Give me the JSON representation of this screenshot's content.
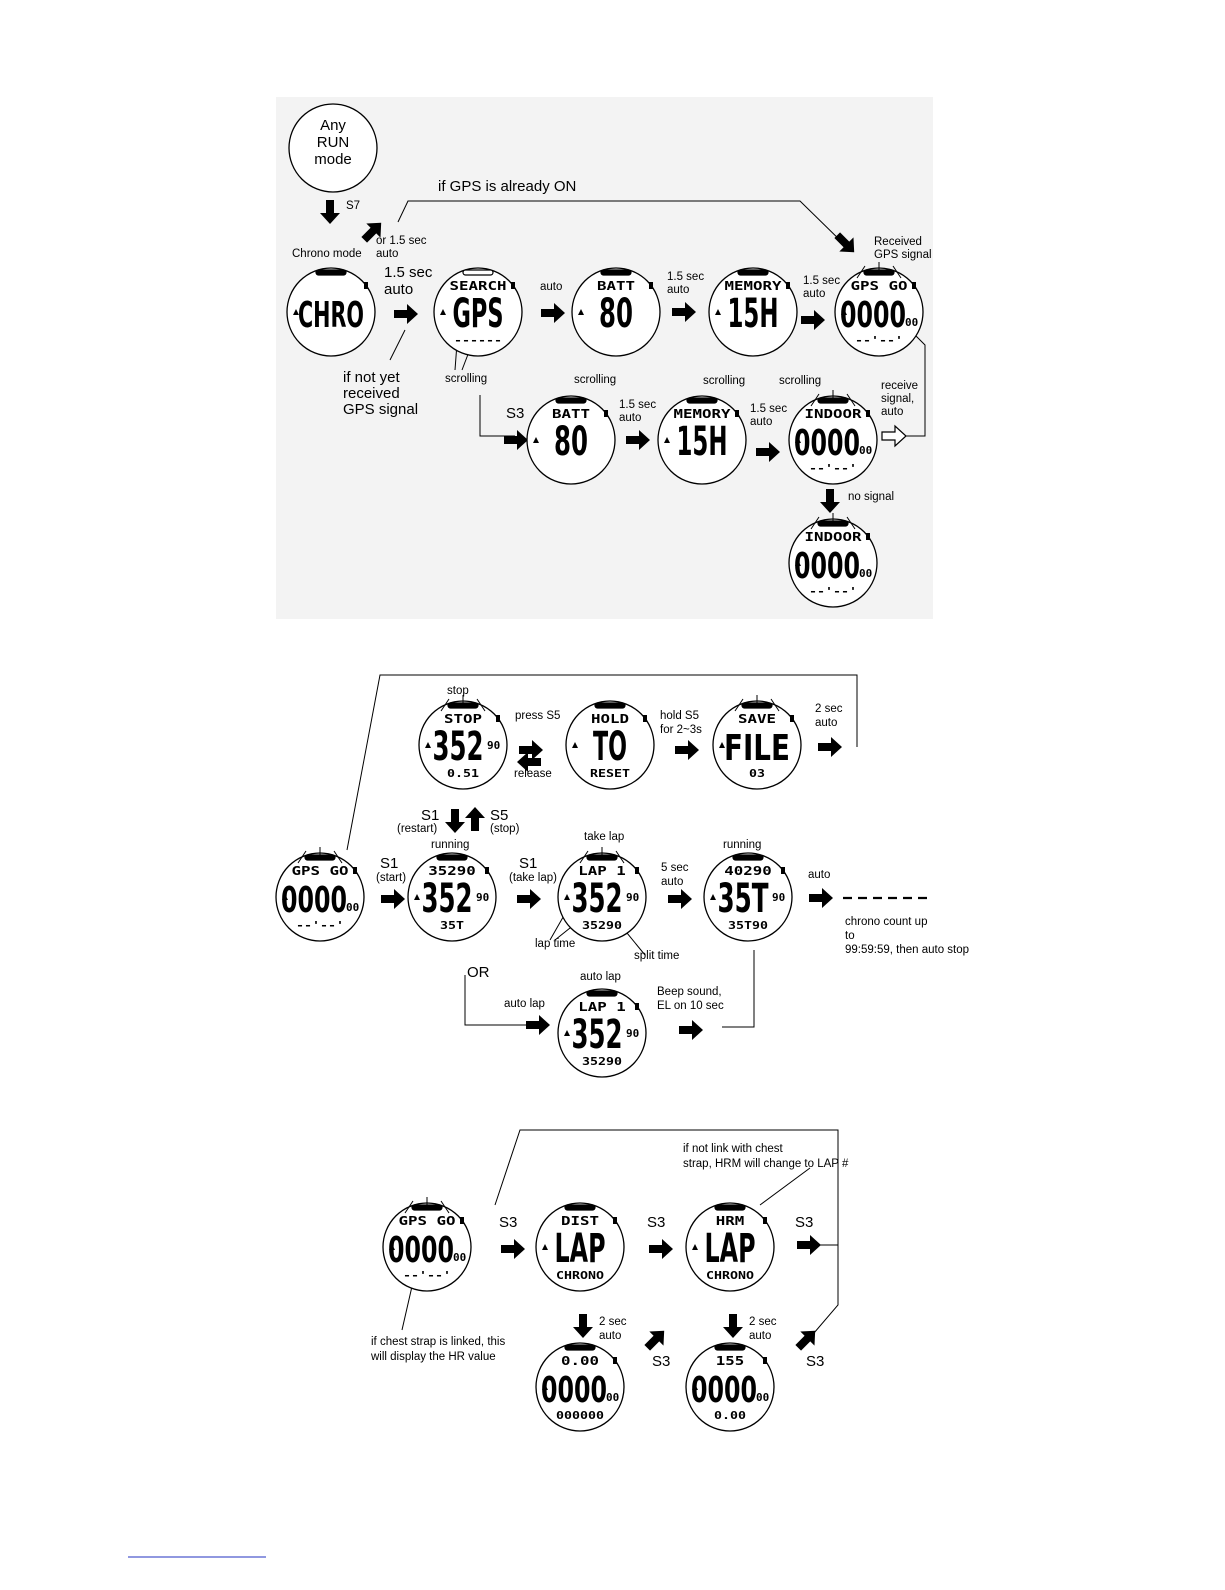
{
  "diagram": {
    "start": "Any RUN mode",
    "labels": {
      "s7": "S7",
      "or15": "or 1.5 sec auto",
      "gps_on": "if GPS is already ON",
      "chrono_mode": "Chrono mode",
      "sec15_big": "1.5 sec auto",
      "auto": "auto",
      "sec15": "1.5 sec auto",
      "received_gps": "Received GPS signal",
      "not_received": "if not yet received GPS signal",
      "scrolling": "scrolling",
      "s3": "S3",
      "receive_signal": "receive signal, auto",
      "no_signal": "no signal",
      "stop": "stop",
      "press_s5": "press S5",
      "release": "release",
      "hold_s5": "hold S5 for 2~3s",
      "sec2": "2 sec auto",
      "s1": "S1",
      "restart": "(restart)",
      "s5": "S5",
      "stop_paren": "(stop)",
      "running": "running",
      "start": "(start)",
      "take_lap_paren": "(take lap)",
      "take_lap": "take lap",
      "sec5": "5 sec auto",
      "chrono_up": "chrono count up to 99:59:59, then auto stop",
      "lap_time": "lap time",
      "split_time": "split time",
      "or": "OR",
      "auto_lap": "auto lap",
      "beep": "Beep sound, EL on 10 sec",
      "chest_note": "if not link with chest strap, HRM will change to LAP #",
      "hr_note": "if chest strap is linked, this will display the HR value"
    },
    "screens": {
      "chro": {
        "top": "",
        "main": "CHRO",
        "sub": ""
      },
      "search": {
        "top": "SEARCH",
        "main": "GPS",
        "sub": "------"
      },
      "batt": {
        "top": "BATT",
        "main": "80",
        "sub": ""
      },
      "memory": {
        "top": "MEMORY",
        "main": "15H",
        "sub": ""
      },
      "gpsgo": {
        "top": "GPS GO",
        "main": "0000",
        "sub": "--'--'"
      },
      "batt2": {
        "top": "BATT",
        "main": "80",
        "sub": ""
      },
      "memory2": {
        "top": "MEMORY",
        "main": "15H",
        "sub": ""
      },
      "indoor": {
        "top": "INDOOR",
        "main": "0000",
        "sub": "--'--'"
      },
      "indoor2": {
        "top": "INDOOR",
        "main": "0000",
        "sub": "--'--'"
      },
      "stopscr": {
        "top": "STOP",
        "main": "352",
        "sub": "0.51"
      },
      "hold": {
        "top": "HOLD",
        "main": "TO",
        "sub": "RESET"
      },
      "save": {
        "top": "SAVE",
        "main": "FILE",
        "sub": "03"
      },
      "gpsgo2": {
        "top": "GPS GO",
        "main": "0000",
        "sub": "--'--'"
      },
      "run1": {
        "top": "35290",
        "main": "352",
        "sub": "35T"
      },
      "lap1": {
        "top": "LAP 1",
        "main": "352",
        "sub": "35290"
      },
      "run2": {
        "top": "40290",
        "main": "35T",
        "sub": "35T90"
      },
      "lap2": {
        "top": "LAP 1",
        "main": "352",
        "sub": "35290"
      },
      "gpsgo3": {
        "top": "GPS GO",
        "main": "0000",
        "sub": "--'--'"
      },
      "dist": {
        "top": "DIST",
        "main": "LAP",
        "sub": "CHRONO"
      },
      "hrm": {
        "top": "HRM",
        "main": "LAP",
        "sub": "CHRONO"
      },
      "dist2": {
        "top": "0.00",
        "main": "0000",
        "sub": "000000"
      },
      "hrm2": {
        "top": "155",
        "main": "0000",
        "sub": "0.00"
      }
    }
  }
}
